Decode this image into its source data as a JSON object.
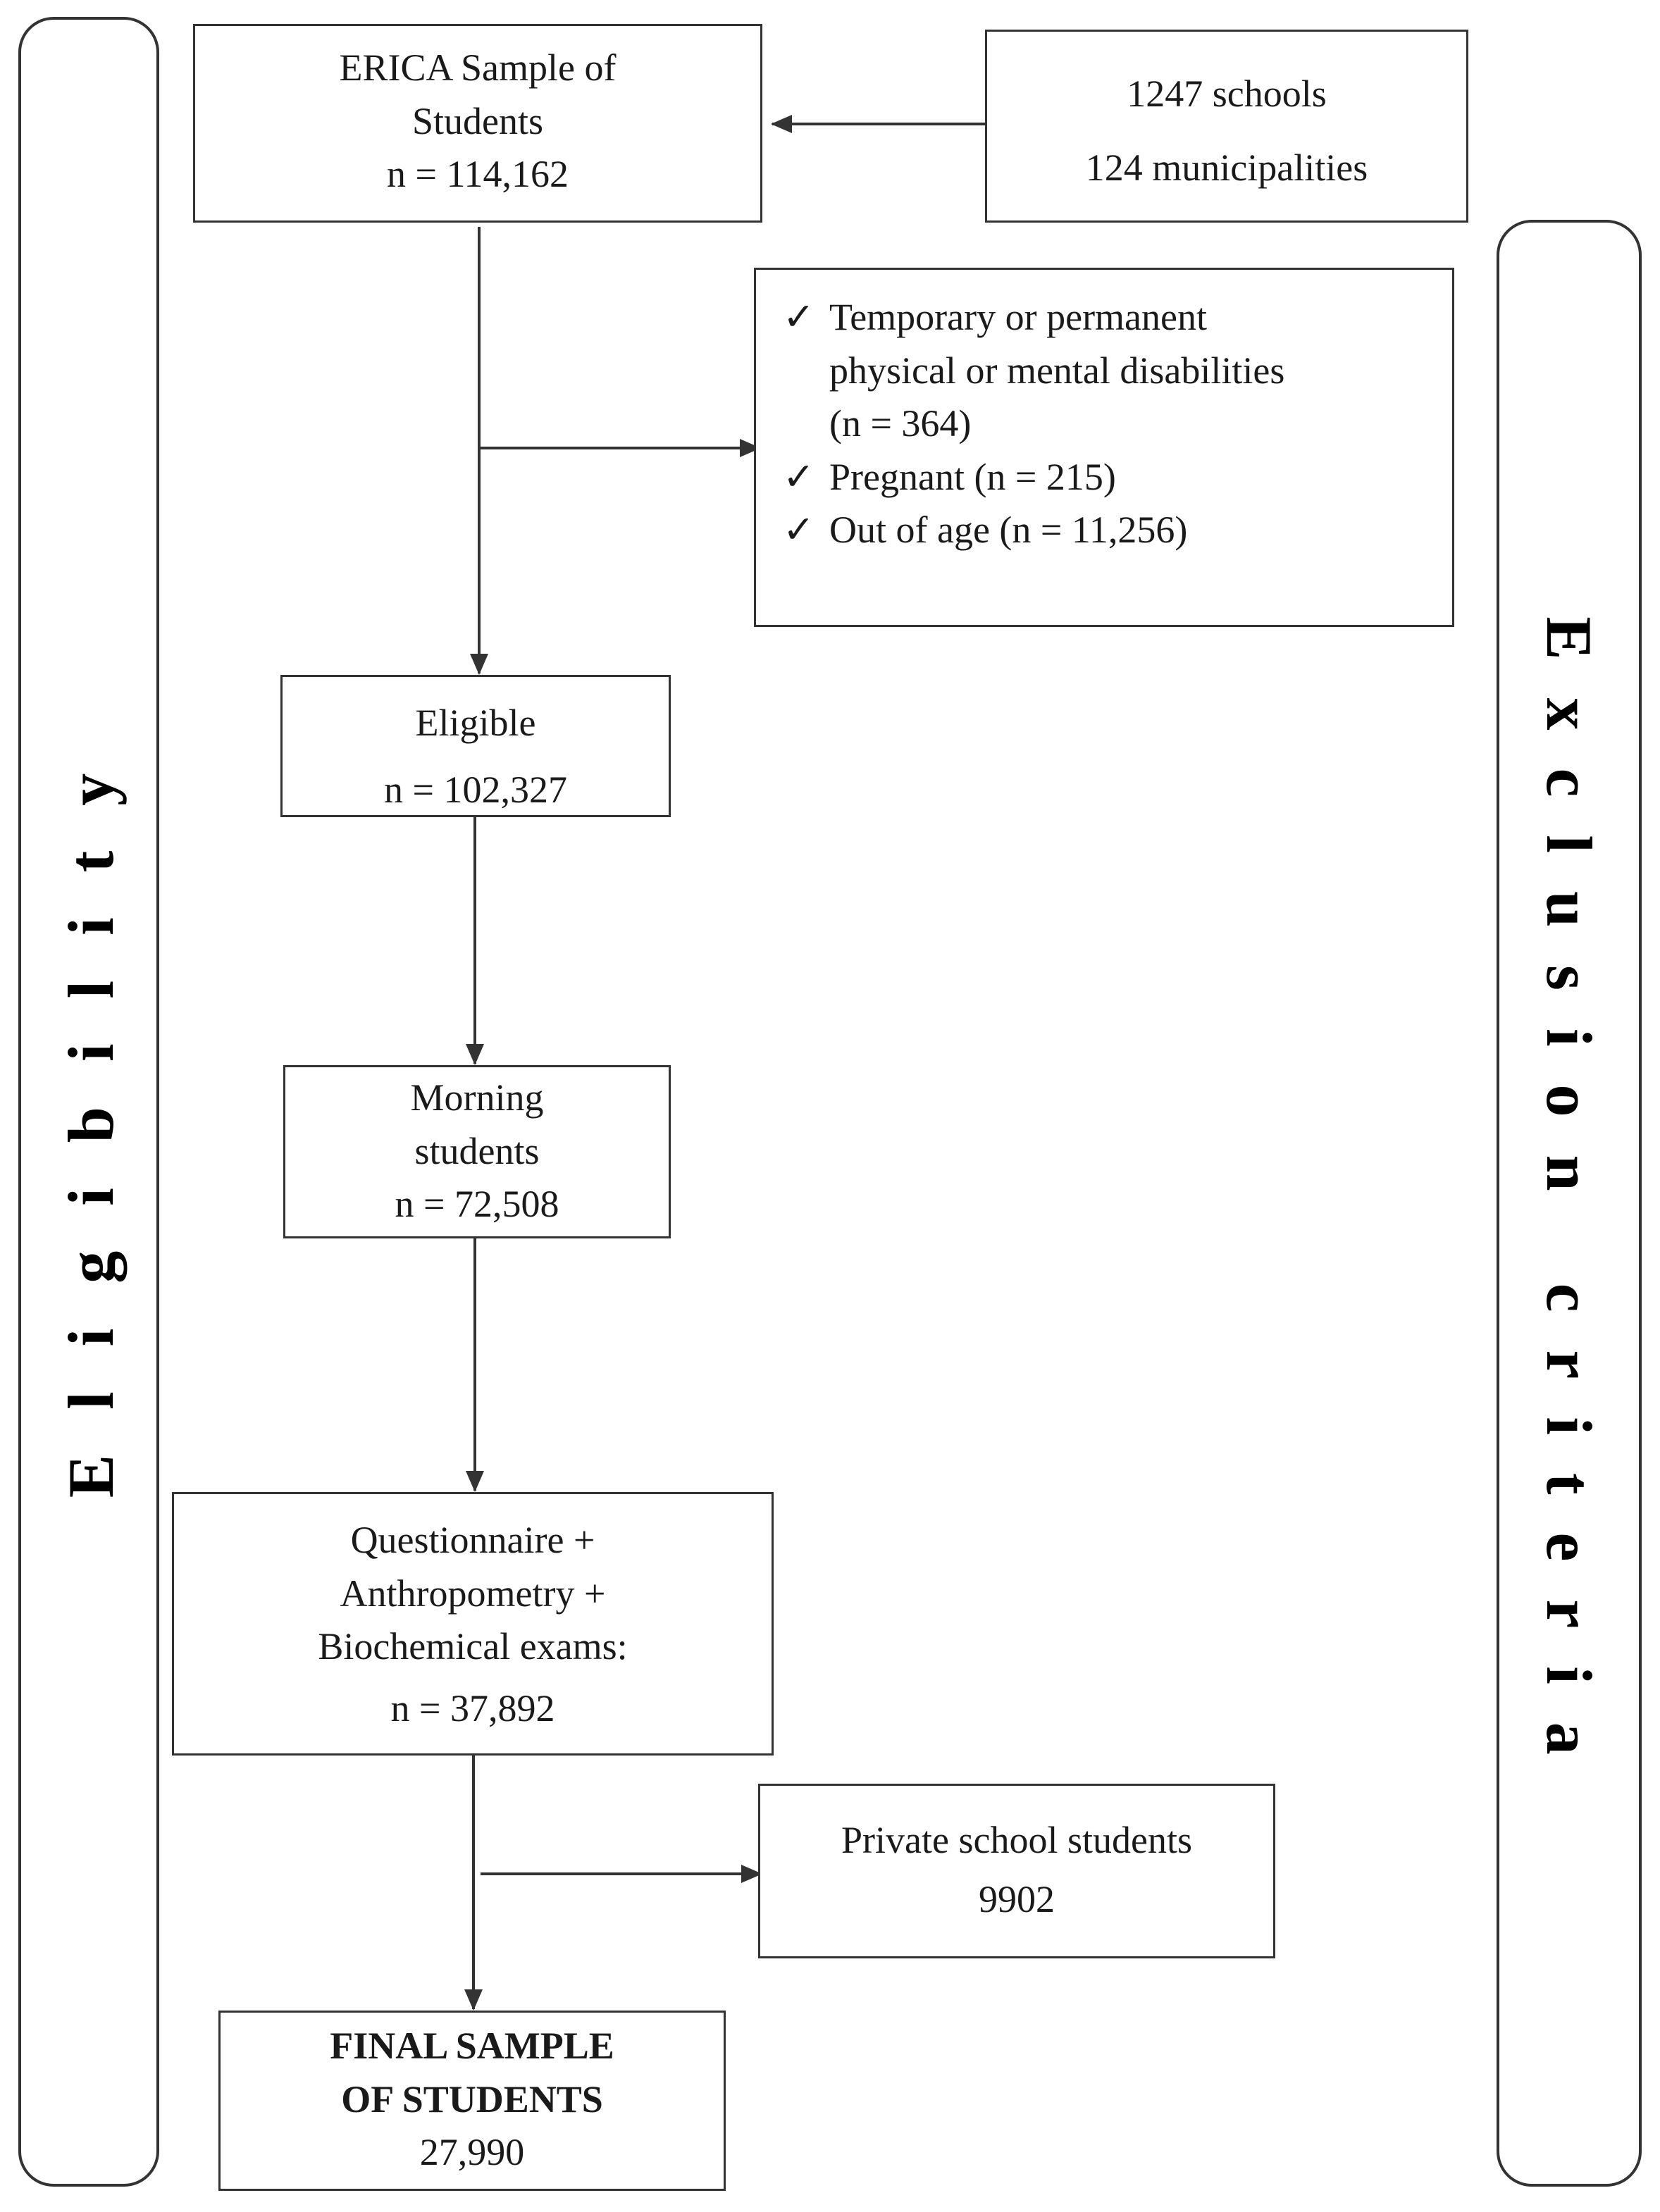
{
  "side_labels": {
    "left": "Eligibility",
    "right": "Exclusion criteria"
  },
  "boxes": {
    "erica": {
      "lines": [
        "ERICA Sample of",
        "Students",
        "n = 114,162"
      ]
    },
    "schools": {
      "lines": [
        "1247 schools",
        "124 municipalities"
      ]
    },
    "exclusions": {
      "items": [
        {
          "check": "✓",
          "lines": [
            "Temporary or permanent",
            "physical or mental disabilities",
            "(n = 364)"
          ]
        },
        {
          "check": "✓",
          "lines": [
            "Pregnant (n = 215)"
          ]
        },
        {
          "check": "✓",
          "lines": [
            "Out of age (n = 11,256)"
          ]
        }
      ]
    },
    "eligible": {
      "lines": [
        "Eligible",
        "n = 102,327"
      ]
    },
    "morning": {
      "lines": [
        "Morning",
        "students",
        "n = 72,508"
      ]
    },
    "questionnaire": {
      "lines": [
        "Questionnaire +",
        "Anthropometry +",
        "Biochemical exams:",
        "n = 37,892"
      ]
    },
    "private": {
      "lines": [
        "Private school students",
        "9902"
      ]
    },
    "final": {
      "bold_lines": [
        "FINAL SAMPLE",
        "OF STUDENTS"
      ],
      "lines": [
        "27,990"
      ]
    }
  }
}
